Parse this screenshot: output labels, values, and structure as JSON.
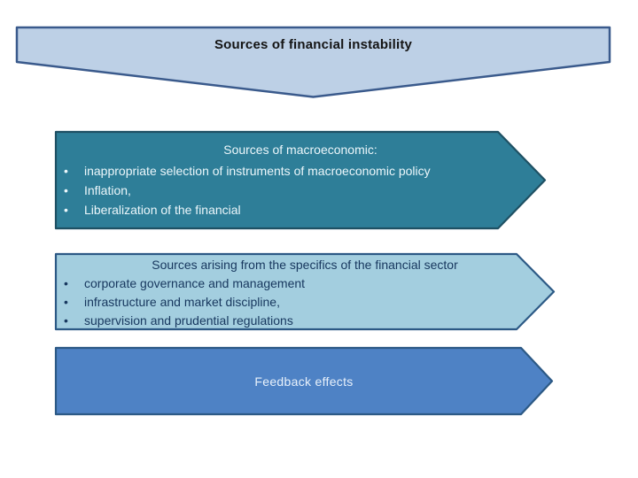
{
  "slide": {
    "title": "Sources of financial instability",
    "bullet_glyph": "•",
    "colors": {
      "background": "#ffffff",
      "title_fill": "#bdd0e6",
      "title_stroke": "#3a5a8c",
      "arrow1_fill": "#2e7e98",
      "arrow1_stroke": "#1e5063",
      "arrow1_text": "#ecf7fb",
      "arrow2_fill": "#a3cedf",
      "arrow2_stroke": "#2c5985",
      "arrow2_text": "#17375e",
      "arrow3_fill": "#4e82c5",
      "arrow3_stroke": "#2c5985",
      "arrow3_text": "#e8f1fb"
    },
    "boxes": [
      {
        "id": "macroeconomic-sources",
        "heading": "Sources of macroeconomic:",
        "bullets": [
          "inappropriate selection of instruments of macroeconomic policy",
          "Inflation,",
          "Liberalization of the financial"
        ]
      },
      {
        "id": "financial-sector-sources",
        "heading": "Sources arising from the specifics of the financial sector",
        "bullets": [
          "corporate governance and management",
          "infrastructure and market discipline,",
          "supervision and prudential regulations"
        ]
      },
      {
        "id": "feedback-effects",
        "heading": "Feedback effects",
        "bullets": []
      }
    ]
  }
}
